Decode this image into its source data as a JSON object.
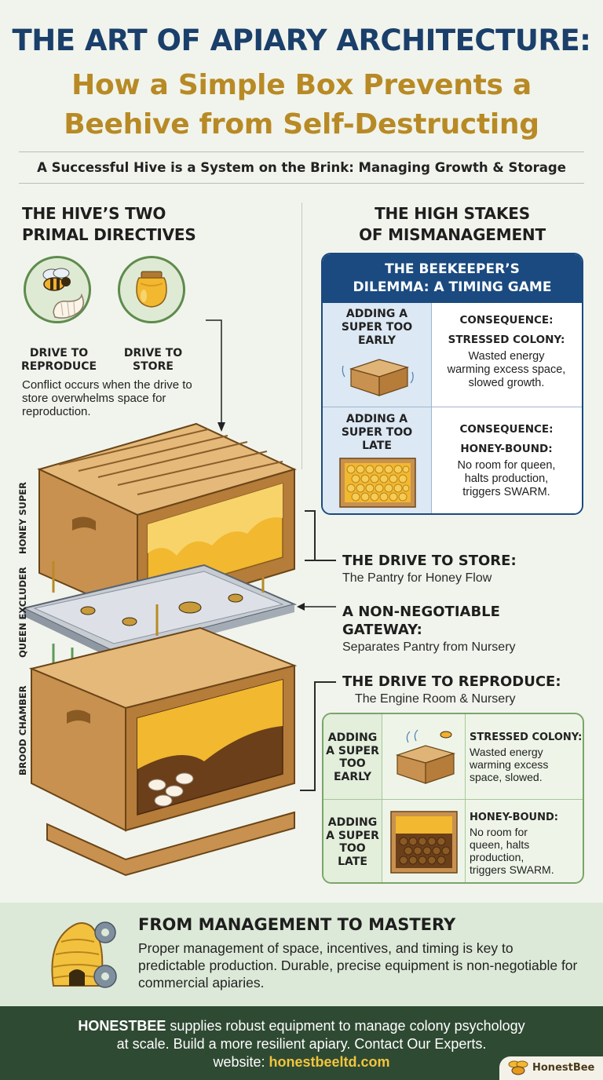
{
  "header": {
    "title_line1": "THE ART OF APIARY ARCHITECTURE:",
    "title_line2": "How a Simple Box Prevents a",
    "title_line3": "Beehive from Self-Destructing",
    "subtitle": "A Successful Hive is a System on the Brink: Managing Growth & Storage"
  },
  "left_section": {
    "heading_line1": "THE HIVE’S TWO",
    "heading_line2": "PRIMAL DIRECTIVES",
    "drive_reproduce_line1": "DRIVE TO",
    "drive_reproduce_line2": "REPRODUCE",
    "drive_store_line1": "DRIVE TO",
    "drive_store_line2": "STORE",
    "conflict_text": "Conflict occurs when the drive to store overwhelms space for reproduction."
  },
  "right_section": {
    "heading_line1": "THE HIGH STAKES",
    "heading_line2": "OF MISMANAGEMENT",
    "dilemma": {
      "title_line1": "THE BEEKEEPER’S",
      "title_line2": "DILEMMA: A TIMING GAME",
      "rows": [
        {
          "case_line1": "ADDING A",
          "case_line2": "SUPER TOO",
          "case_line3": "EARLY",
          "consequence_label": "CONSEQUENCE:",
          "outcome": "STRESSED COLONY:",
          "detail_line1": "Wasted energy",
          "detail_line2": "warming excess space,",
          "detail_line3": "slowed growth."
        },
        {
          "case_line1": "ADDING A",
          "case_line2": "SUPER TOO",
          "case_line3": "LATE",
          "consequence_label": "CONSEQUENCE:",
          "outcome": "HONEY-BOUND:",
          "detail_line1": "No room for queen,",
          "detail_line2": "halts production,",
          "detail_line3": "triggers SWARM."
        }
      ]
    }
  },
  "hive_labels": {
    "honey_super": "HONEY SUPER",
    "queen_excluder": "QUEEN EXCLUDER",
    "brood_chamber": "BROOD CHAMBER"
  },
  "callouts": {
    "store_title": "THE DRIVE TO STORE:",
    "store_sub": "The Pantry for Honey Flow",
    "gateway_title_line1": "A NON-NEGOTIABLE",
    "gateway_title_line2": "GATEWAY:",
    "gateway_sub": "Separates Pantry from Nursery",
    "reproduce_title": "THE DRIVE TO REPRODUCE:",
    "reproduce_sub": "The Engine Room & Nursery"
  },
  "green_table": {
    "rows": [
      {
        "case_line1": "ADDING",
        "case_line2": "A SUPER",
        "case_line3": "TOO",
        "case_line4": "EARLY",
        "outcome": "STRESSED COLONY:",
        "detail_line1": "Wasted energy",
        "detail_line2": "warming excess",
        "detail_line3": "space, slowed."
      },
      {
        "case_line1": "ADDING",
        "case_line2": "A SUPER",
        "case_line3": "TOO",
        "case_line4": "LATE",
        "outcome": "HONEY-BOUND:",
        "detail_line1": "No room for",
        "detail_line2": "queen, halts",
        "detail_line3": "production,",
        "detail_line4": "triggers SWARM."
      }
    ]
  },
  "mastery": {
    "title": "FROM MANAGEMENT TO MASTERY",
    "body": "Proper management of space, incentives, and timing is key to predictable production. Durable, precise equipment is non-negotiable for commercial apiaries."
  },
  "footer": {
    "brand_bold": "HONESTBEE",
    "line1_rest": " supplies robust equipment to manage colony psychology",
    "line2": "at scale. Build a more resilient apiary. Contact Our Experts.",
    "website_label": "website: ",
    "website_url": "honestbeeltd.com",
    "logo_text": "HonestBee"
  },
  "colors": {
    "navy": "#1a3f6b",
    "gold": "#b88a25",
    "green": "#5e8b4d",
    "footer_bg": "#2f4a33",
    "wood": "#c8914f",
    "honey": "#f2b82f"
  },
  "icons": [
    "bee-icon",
    "larva-icon",
    "honey-jar-icon",
    "gear-icon",
    "skep-hive-icon",
    "honestbee-logo-icon"
  ]
}
